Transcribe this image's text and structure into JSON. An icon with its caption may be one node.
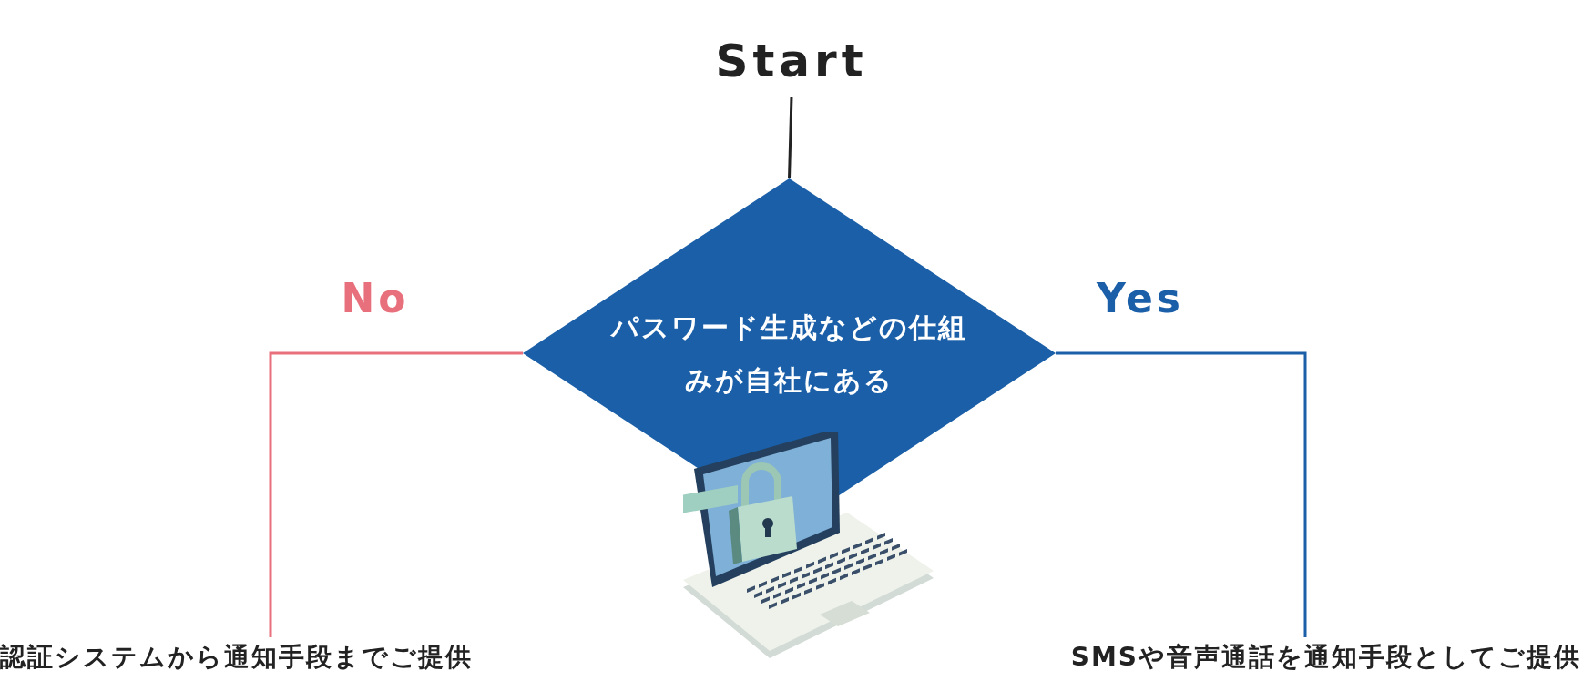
{
  "diagram": {
    "nodes": [
      {
        "text": [
          "Start"
        ]
      },
      {
        "text": [
          "パスワード生成などの仕組みが自社にある"
        ]
      },
      {
        "text": [
          "認証システムから通知手段までご提供"
        ]
      },
      {
        "text": [
          "SMSや音声通話を通知手段としてご提供"
        ]
      }
    ],
    "edges": [
      {
        "from": 0,
        "to": 1,
        "arrow": "none",
        "color": "#222222"
      },
      {
        "from": 1,
        "to": 2,
        "arrow": "none",
        "label": "No",
        "color": "#e8707c"
      },
      {
        "from": 1,
        "to": 3,
        "arrow": "none",
        "label": "Yes",
        "color": "#1a5fa8"
      }
    ]
  }
}
